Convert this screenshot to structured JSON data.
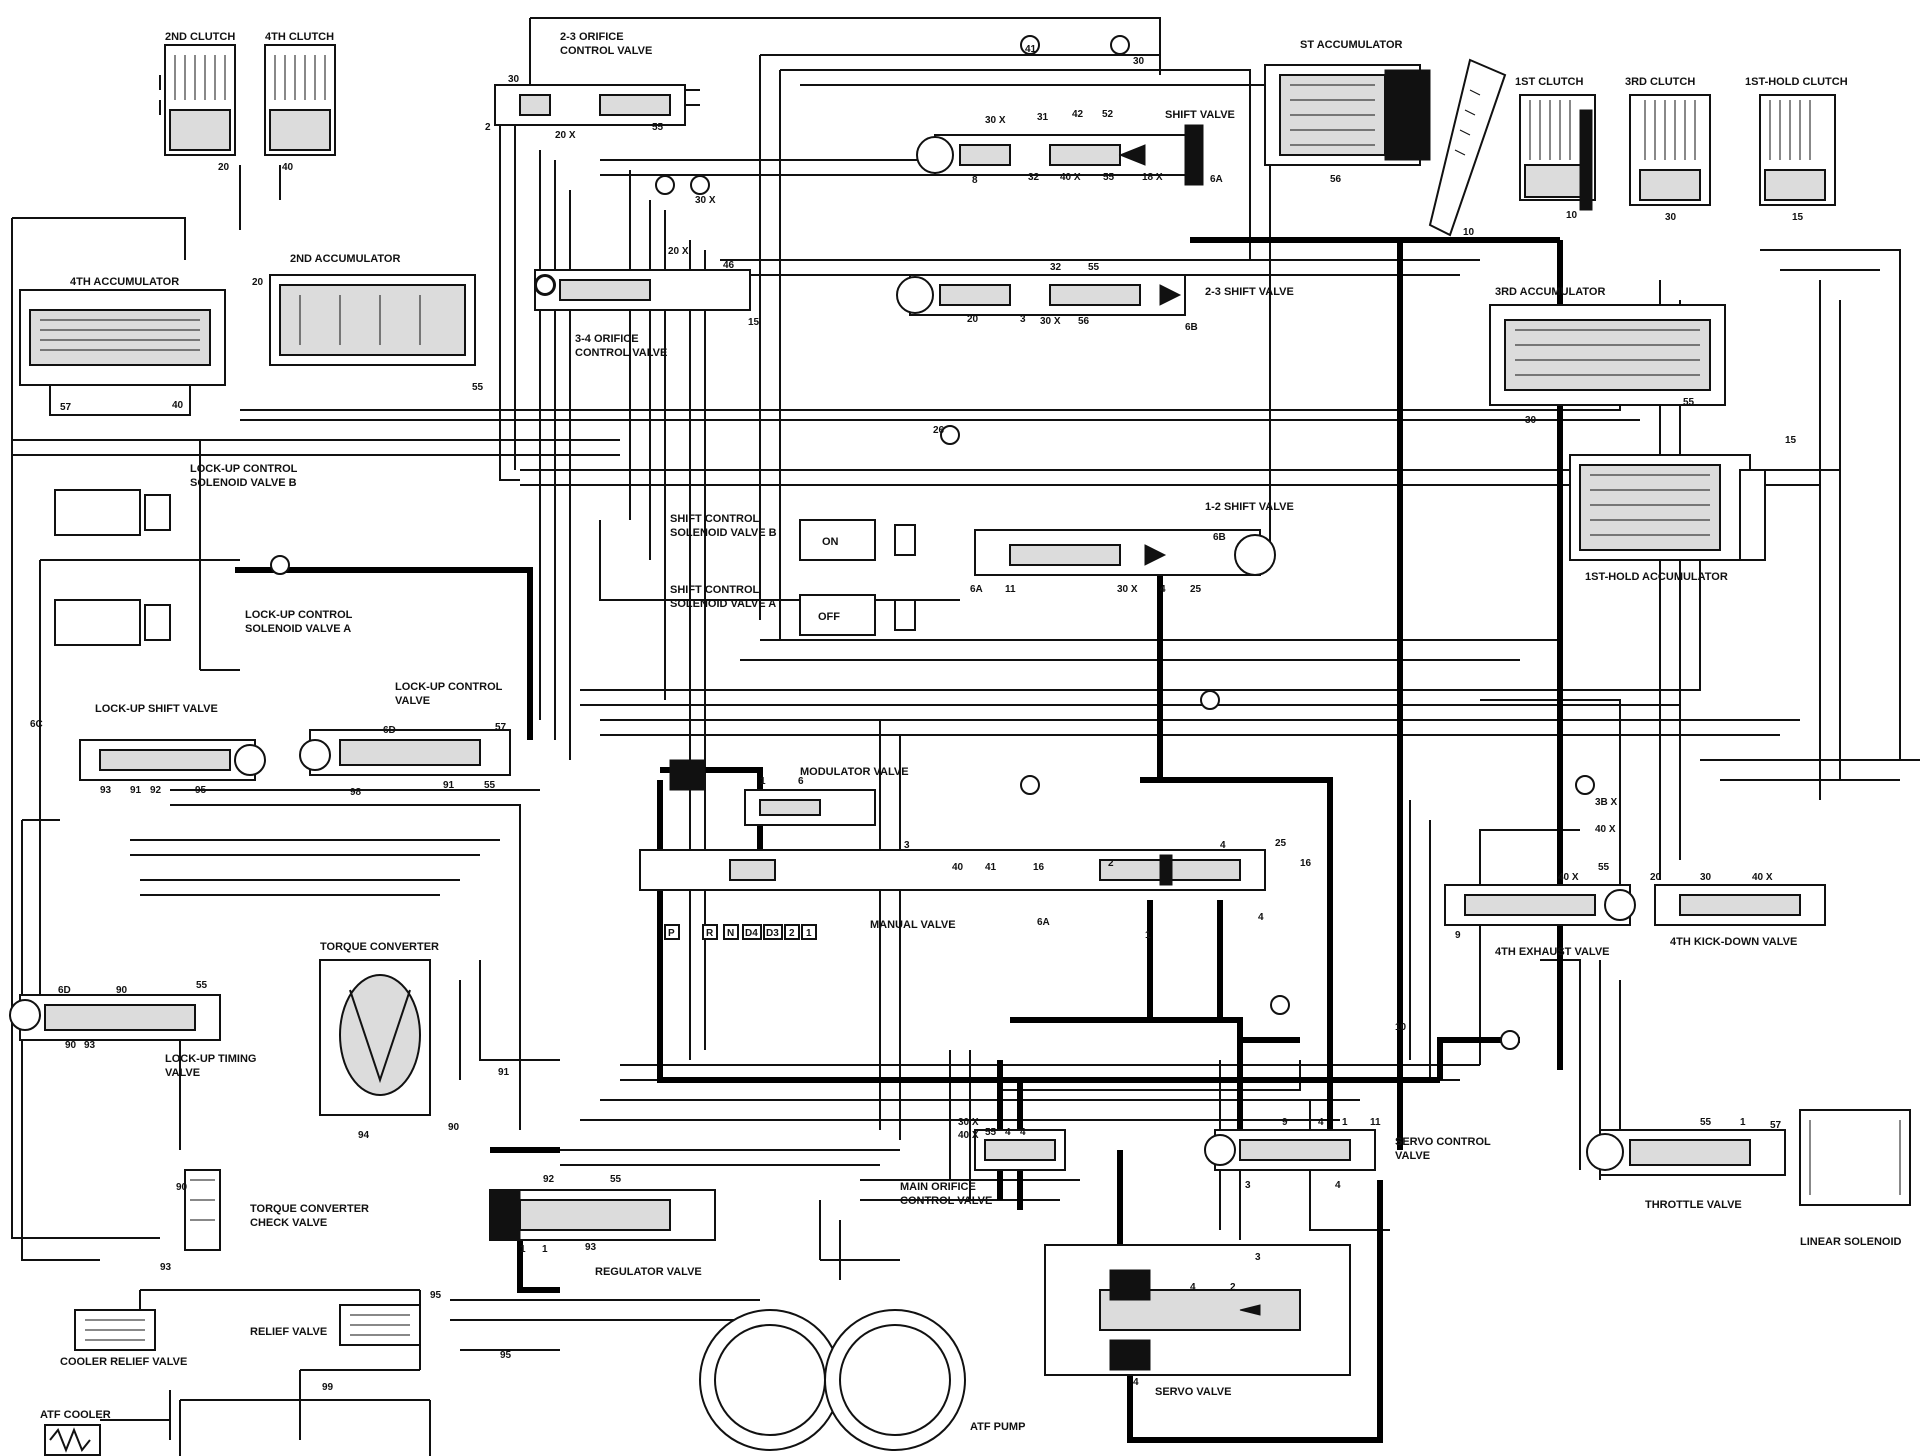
{
  "colors": {
    "ink": "#111111",
    "paper": "#ffffff",
    "fill": "#dcdcdc"
  },
  "labels": {
    "clutch_2nd": "2ND CLUTCH",
    "clutch_4th": "4TH CLUTCH",
    "orifice_23": "2-3 ORIFICE",
    "orifice_23b": "CONTROL VALVE",
    "st_accumulator": "ST ACCUMULATOR",
    "clutch_1st": "1ST CLUTCH",
    "clutch_3rd": "3RD CLUTCH",
    "clutch_1st_hold": "1ST-HOLD CLUTCH",
    "shift_valve": "SHIFT VALVE",
    "acc_4th": "4TH ACCUMULATOR",
    "acc_2nd": "2ND ACCUMULATOR",
    "orifice_34": "3-4 ORIFICE",
    "orifice_34b": "CONTROL VALVE",
    "shift_23": "2-3 SHIFT VALVE",
    "acc_3rd": "3RD ACCUMULATOR",
    "lockup_sol_b": "LOCK-UP CONTROL",
    "lockup_sol_b2": "SOLENOID VALVE B",
    "shift_12": "1-2 SHIFT VALVE",
    "shift_sol_b": "SHIFT CONTROL",
    "shift_sol_b2": "SOLENOID VALVE B",
    "shift_sol_a": "SHIFT CONTROL",
    "shift_sol_a2": "SOLENOID VALVE A",
    "on": "ON",
    "off": "OFF",
    "acc_1st_hold": "1ST-HOLD ACCUMULATOR",
    "lockup_sol_a": "LOCK-UP CONTROL",
    "lockup_sol_a2": "SOLENOID VALVE A",
    "lockup_ctrl": "LOCK-UP CONTROL",
    "lockup_ctrl2": "VALVE",
    "lockup_shift": "LOCK-UP SHIFT VALVE",
    "modulator": "MODULATOR VALVE",
    "manual": "MANUAL VALVE",
    "exhaust_4th": "4TH EXHAUST VALVE",
    "kickdown_4th": "4TH KICK-DOWN VALVE",
    "torque_conv": "TORQUE CONVERTER",
    "lockup_timing": "LOCK-UP TIMING",
    "lockup_timing2": "VALVE",
    "tc_check": "TORQUE CONVERTER",
    "tc_check2": "CHECK VALVE",
    "servo_ctrl": "SERVO CONTROL",
    "servo_ctrl2": "VALVE",
    "main_orifice": "MAIN ORIFICE",
    "main_orifice2": "CONTROL VALVE",
    "throttle": "THROTTLE VALVE",
    "linear_sol": "LINEAR SOLENOID",
    "regulator": "REGULATOR VALVE",
    "cooler_relief": "COOLER RELIEF VALVE",
    "relief": "RELIEF VALVE",
    "atf_cooler": "ATF COOLER",
    "atf_pump": "ATF PUMP",
    "servo_valve": "SERVO VALVE"
  },
  "gear_positions": [
    "P",
    "R",
    "N",
    "D4",
    "D3",
    "2",
    "1"
  ],
  "port_numbers": {
    "p20a": "20",
    "p40a": "40",
    "p30a": "30",
    "p2a": "2",
    "p20xa": "20 X",
    "p55a": "55",
    "p30b": "30",
    "p41": "41",
    "p30c": "30 X",
    "p31": "31",
    "p42": "42",
    "p52": "52",
    "p8": "8",
    "p32": "32",
    "p40x": "40 X",
    "p55b": "55",
    "p18x": "18 X",
    "p6A": "6A",
    "p56": "56",
    "p10a": "10",
    "p10b": "10",
    "p30d": "30",
    "p15a": "15",
    "p20b": "20",
    "p57a": "57",
    "p40b": "40",
    "p55c": "55",
    "p30x": "30 X",
    "p20x": "20 X",
    "p46": "46",
    "p15b": "15",
    "p32b": "32",
    "p55d": "55",
    "p20c": "20",
    "p3a": "3",
    "p30e": "30 X",
    "p56b": "56",
    "p6B": "6B",
    "p55e": "55",
    "p30f": "30",
    "p15c": "15",
    "p26": "26",
    "p65": "6B",
    "p25": "25",
    "p30g": "30 X",
    "p4a": "4",
    "p11": "11",
    "p6Ab": "6A",
    "p6D": "6D",
    "p57b": "57",
    "p98": "98",
    "p91": "91",
    "p55f": "55",
    "p6C": "6C",
    "p93a": "93",
    "p91b": "91",
    "p92": "92",
    "p95": "95",
    "p1a": "1",
    "p6a": "6",
    "p3b": "3",
    "p40c": "40",
    "p41b": "41",
    "p16a": "16",
    "p2b": "2",
    "p25b": "25",
    "p16b": "16",
    "p4b": "4",
    "p6Ac": "6A",
    "p1b": "1",
    "p4c": "4",
    "p38": "3B X",
    "p40d": "40 X",
    "p55g": "55",
    "p40e": "40 X",
    "p20d": "20",
    "p30h": "30",
    "p40f": "40 X",
    "p9": "9",
    "p6Db": "6D",
    "p90a": "90",
    "p55h": "55",
    "p90b": "90",
    "p93b": "93",
    "p94": "94",
    "p90c": "90",
    "p91c": "91",
    "p90d": "90",
    "p93c": "93",
    "p92b": "92",
    "p55i": "55",
    "p1c": "1",
    "p1d": "1",
    "p93d": "93",
    "p95b": "95",
    "p99": "99",
    "p95c": "95",
    "p30i": "30 X",
    "p40g": "40 X",
    "p55j": "55",
    "p4d": "4",
    "p4e": "4",
    "p9b": "9",
    "p4f": "4",
    "p1e": "1",
    "p11b": "11",
    "p3c": "3",
    "p4g": "4",
    "p55k": "55",
    "p1f": "1",
    "p57c": "57",
    "p4h": "4",
    "p2c": "2",
    "p4i": "4",
    "p10c": "10",
    "p3d": "3"
  }
}
